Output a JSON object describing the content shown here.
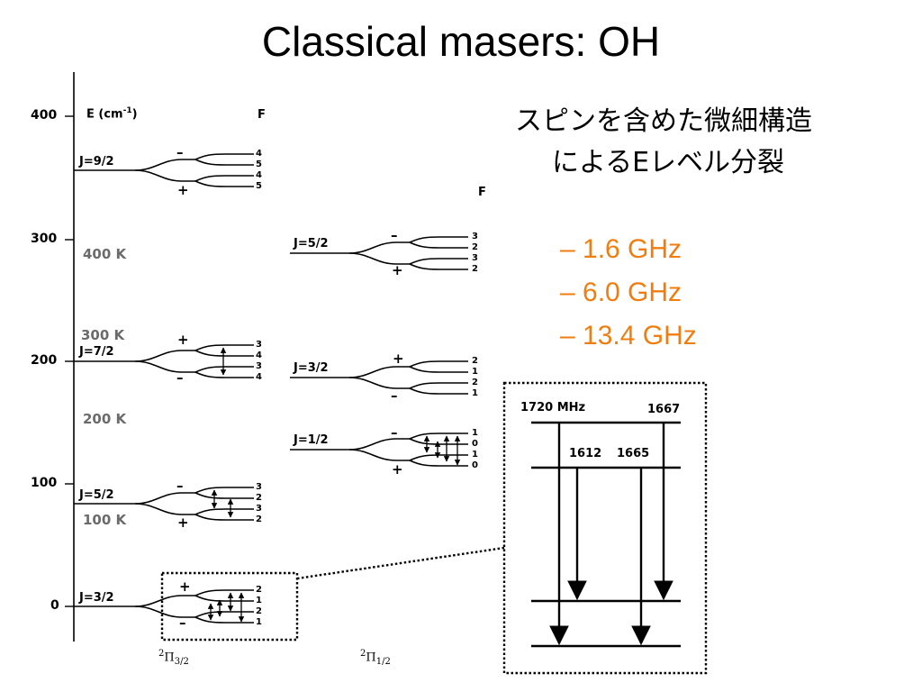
{
  "slide": {
    "title": "Classical masers: OH",
    "note_line1": "スピンを含めた微細構造",
    "note_line2": "によるEレベル分裂",
    "frequencies": [
      "– 1.6 GHz",
      "– 6.0 GHz",
      "– 13.4 GHz"
    ],
    "accent_color": "#f07d10"
  },
  "diagram": {
    "axis_label": "E (cm",
    "axis_label_sup": "-1",
    "axis_label_end": ")",
    "axis_ticks": [
      "400",
      "300",
      "200",
      "100",
      "0"
    ],
    "f_header": "F",
    "temperatures": [
      "400 K",
      "300 K",
      "200 K",
      "100 K"
    ],
    "ladder_left": {
      "symbol_sup": "2",
      "symbol_base": "Π",
      "symbol_sub": "3/2",
      "levels": [
        {
          "J": "J=9/2",
          "upper_sign": "–",
          "lower_sign": "+",
          "F": [
            "4",
            "5",
            "4",
            "5"
          ]
        },
        {
          "J": "J=7/2",
          "upper_sign": "+",
          "lower_sign": "–",
          "F": [
            "3",
            "4",
            "3",
            "4"
          ]
        },
        {
          "J": "J=5/2",
          "upper_sign": "–",
          "lower_sign": "+",
          "F": [
            "3",
            "2",
            "3",
            "2"
          ]
        },
        {
          "J": "J=3/2",
          "upper_sign": "+",
          "lower_sign": "–",
          "F": [
            "2",
            "1",
            "2",
            "1"
          ]
        }
      ]
    },
    "ladder_right": {
      "symbol_sup": "2",
      "symbol_base": "Π",
      "symbol_sub": "1/2",
      "levels": [
        {
          "J": "J=5/2",
          "upper_sign": "–",
          "lower_sign": "+",
          "F": [
            "3",
            "2",
            "3",
            "2"
          ]
        },
        {
          "J": "J=3/2",
          "upper_sign": "+",
          "lower_sign": "–",
          "F": [
            "2",
            "1",
            "2",
            "1"
          ]
        },
        {
          "J": "J=1/2",
          "upper_sign": "–",
          "lower_sign": "+",
          "F": [
            "1",
            "0",
            "1",
            "0"
          ]
        }
      ]
    },
    "inset": {
      "label_1720": "1720 MHz",
      "label_1667": "1667",
      "label_1612": "1612",
      "label_1665": "1665"
    }
  }
}
